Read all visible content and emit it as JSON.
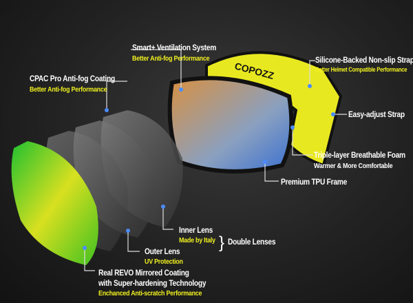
{
  "callouts": {
    "ventilation": {
      "title": "Smart+ Ventilation System",
      "sub": "Better Anti-fog Performance"
    },
    "cpac": {
      "title": "CPAC Pro Anti-fog Coating",
      "sub": "Better Anti-fog Performance"
    },
    "strap": {
      "title": "Silicone-Backed Non-slip Strap",
      "sub": "Better Helmet Compatible Performance"
    },
    "adjust": {
      "title": "Easy-adjust Strap"
    },
    "foam": {
      "title": "Triple-layer Breathable Foam",
      "sub": "Warmer & More Comfortable"
    },
    "frame": {
      "title": "Premium TPU Frame"
    },
    "inner": {
      "title": "Inner Lens",
      "sub": "Made by Italy"
    },
    "double": {
      "title": "Double Lenses"
    },
    "outer": {
      "title": "Outer Lens",
      "sub": "UV Protection"
    },
    "revo": {
      "title1": "Real REVO Mirrored Coating",
      "title2": "with Super-hardening Technology",
      "sub": "Enchanced Anti-scratch Performance"
    }
  },
  "brand": "COPOZZ",
  "colors": {
    "accent": "#f0f020",
    "dot": "#3a7bff"
  }
}
